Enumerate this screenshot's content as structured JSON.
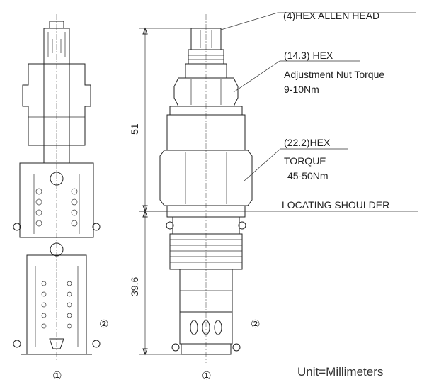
{
  "callouts": {
    "hex_allen_head": "(4)HEX ALLEN HEAD",
    "adjust_hex": "(14.3) HEX",
    "adjust_torque": "Adjustment Nut Torque",
    "adjust_torque_value": "9-10Nm",
    "body_hex": "(22.2)HEX",
    "body_torque": "TORQUE",
    "body_torque_value": "45-50Nm",
    "locating_shoulder": "LOCATING SHOULDER"
  },
  "dimensions": {
    "upper": "51",
    "lower": "39.6"
  },
  "ports": {
    "port1": "①",
    "port2": "②"
  },
  "unit_note": "Unit=Millimeters"
}
